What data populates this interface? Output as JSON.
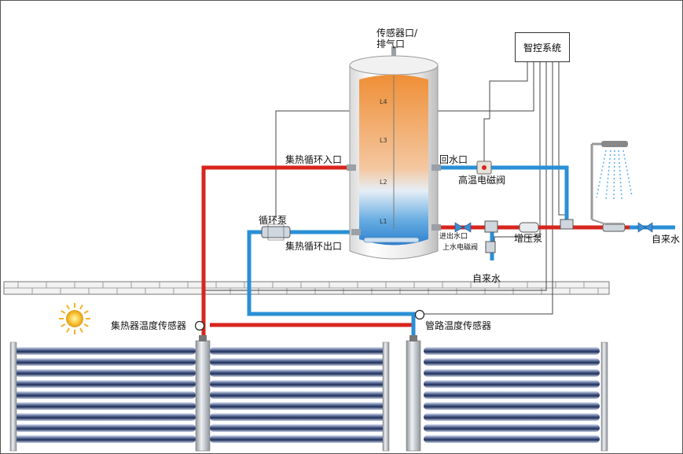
{
  "labels": {
    "sensor_outlet": "传感器口/\n排气口",
    "control_system": "智控系统",
    "heat_loop_inlet": "集热循环入口",
    "return_inlet": "回水口",
    "hi_temp_valve": "高温电磁阀",
    "circ_pump": "循环泵",
    "heat_loop_outlet": "集热循环出口",
    "inout_port": "进出水口",
    "booster_pump": "增压泵",
    "supply_valve": "上水电磁阀",
    "tap_water_bottom": "自来水",
    "tap_water_right": "自来水",
    "collector_sensor": "集热器温度传感器",
    "pipe_sensor": "管路温度传感器"
  },
  "levels": [
    "L4",
    "L3",
    "L2",
    "L1"
  ],
  "colors": {
    "hot_pipe": "#d7261e",
    "cold_pipe": "#2a8fd6",
    "tank_top": "#f29a3d",
    "tank_bottom": "#3b8fd4",
    "wire": "#444444"
  }
}
